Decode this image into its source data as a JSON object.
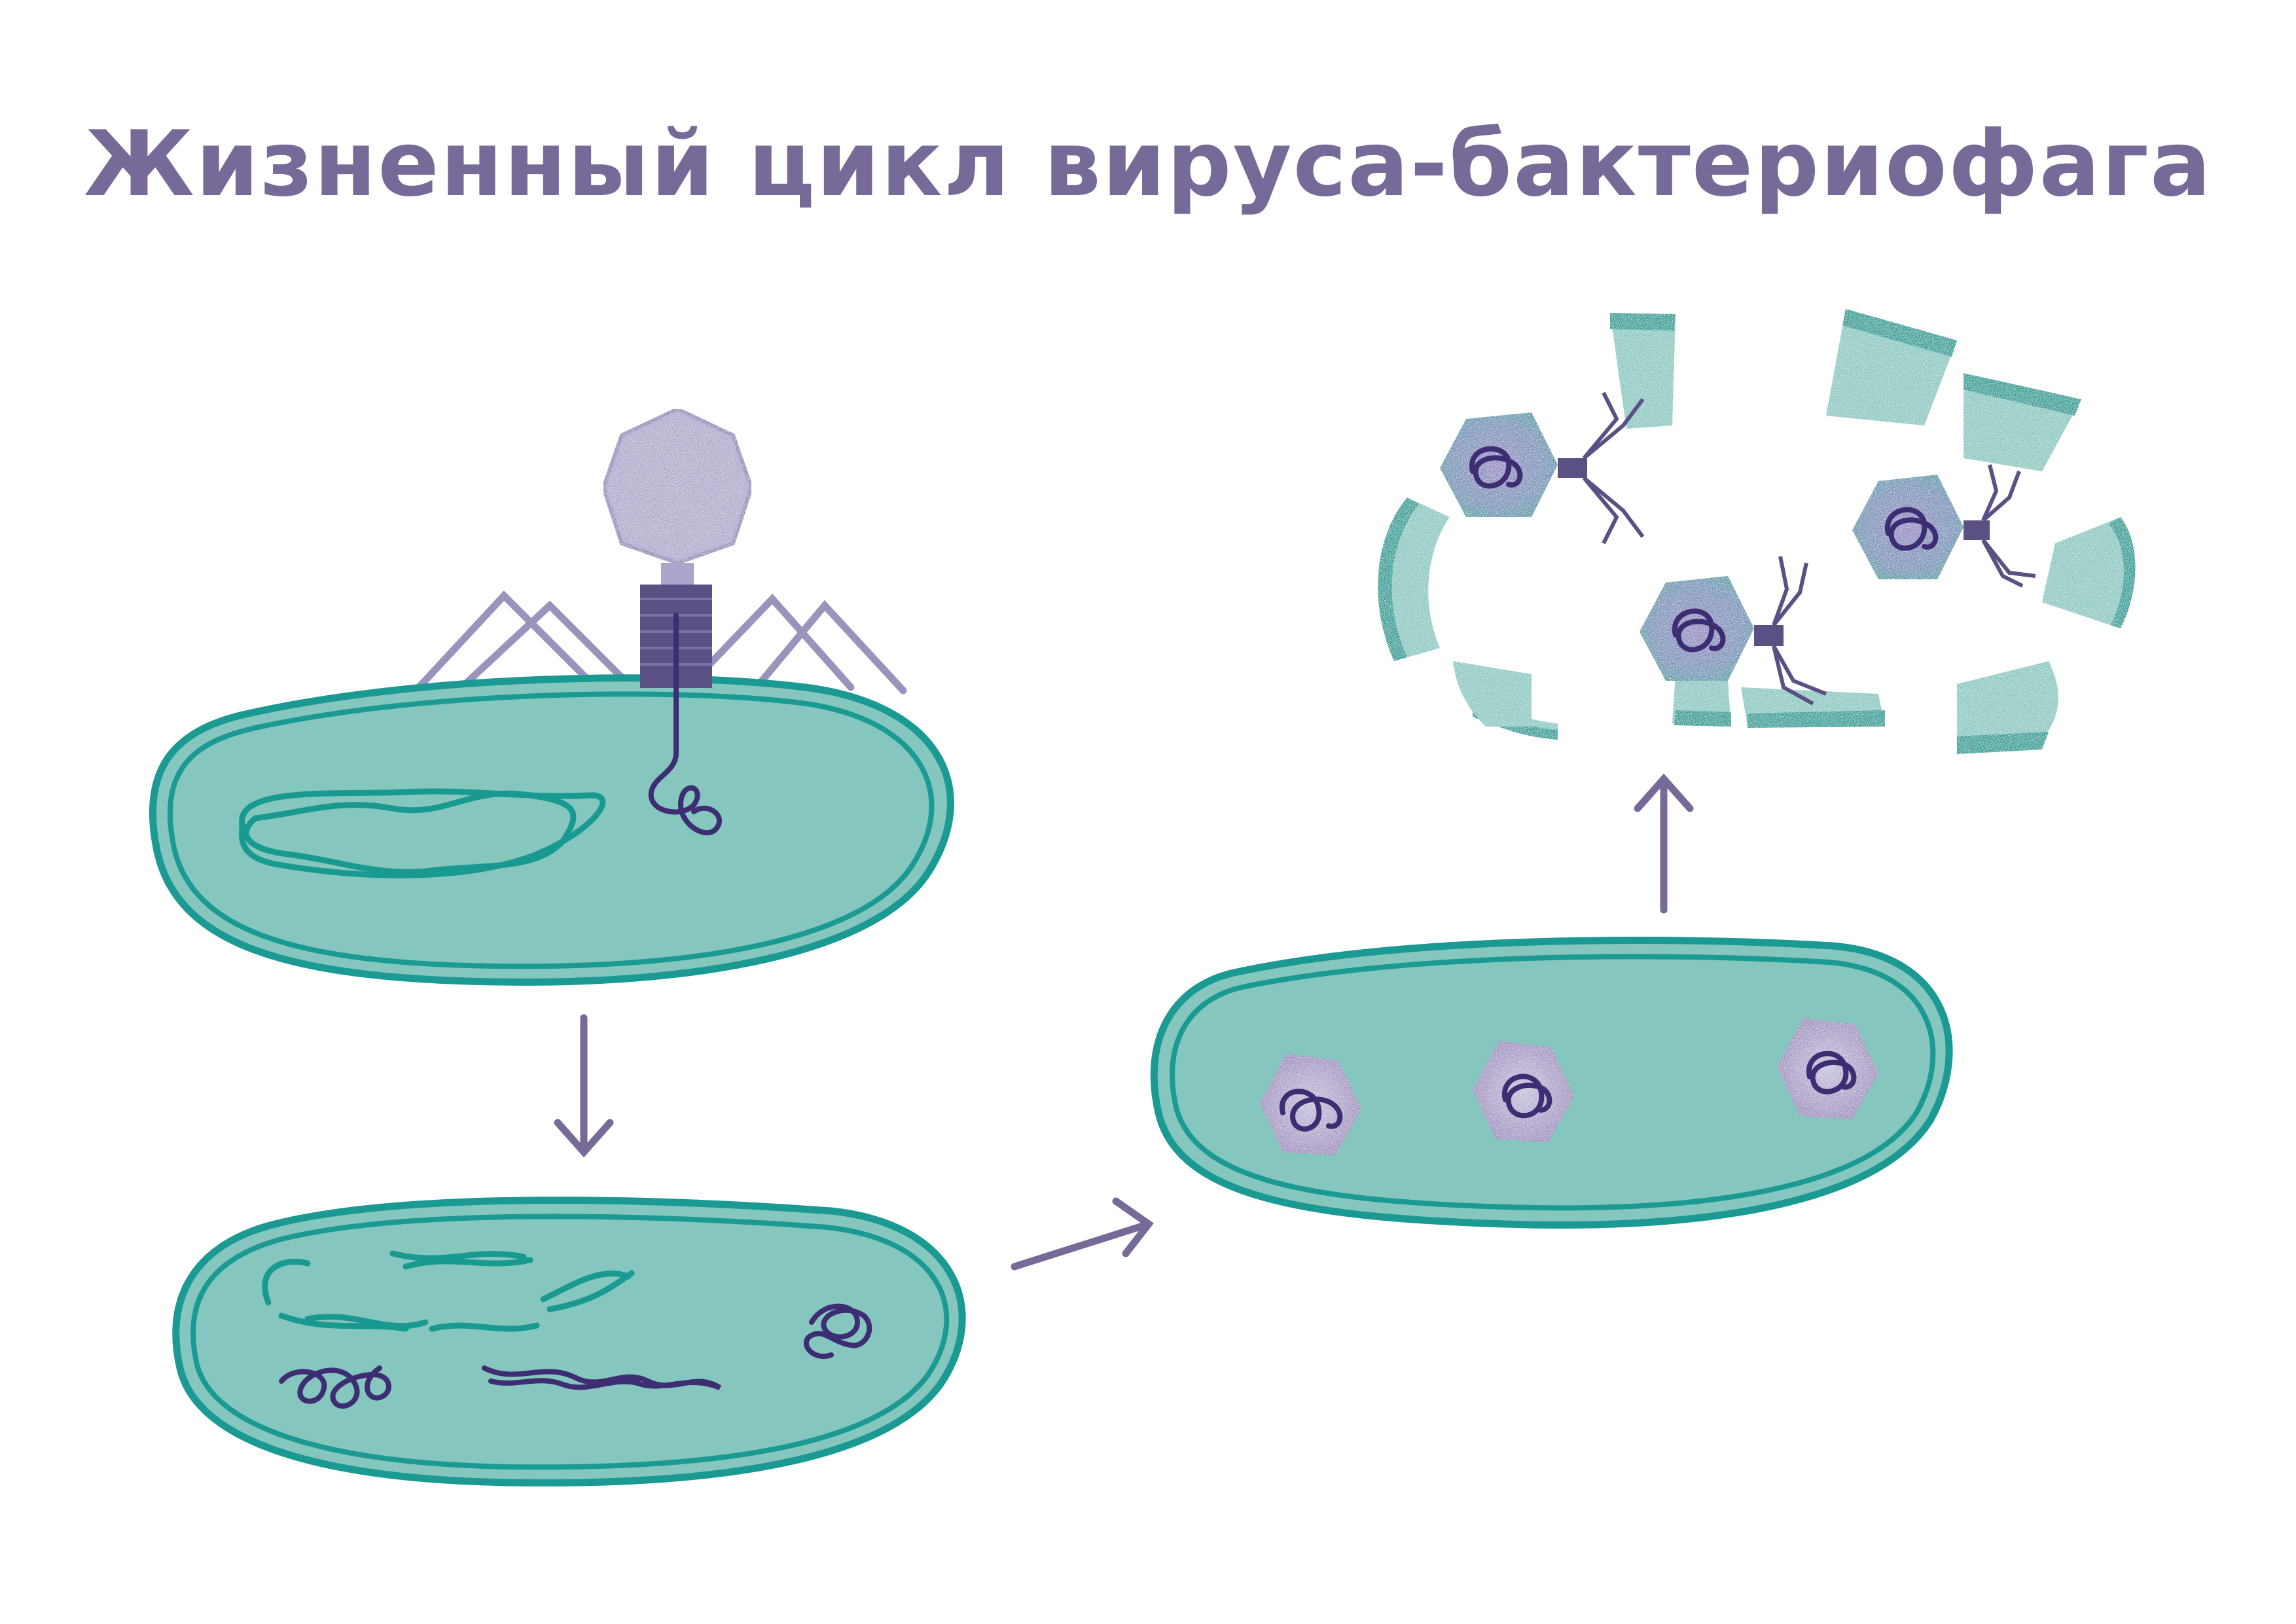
{
  "title": "Жизненный цикл вируса-бактериофага",
  "colors": {
    "cell_fill": "#85c6bf",
    "cell_outline": "#1a9a92",
    "dna_bacterial": "#199a91",
    "dna_viral": "#3d2d72",
    "phage_head": "#aaa6c9",
    "phage_tail": "#5b5084",
    "phage_legs": "#9a94bd",
    "arrow": "#776a98",
    "capsid": "#9b88b8",
    "debris_speckle": "#ffffff"
  },
  "stages": [
    {
      "id": "attachment-and-injection",
      "icons": [
        "bacterium-icon",
        "bacteriophage-icon",
        "viral-dna-icon",
        "bacterial-chromosome-icon"
      ]
    },
    {
      "id": "degradation-and-replication",
      "icons": [
        "bacterium-icon",
        "fragmented-chromosome-icon",
        "viral-dna-copies-icon"
      ]
    },
    {
      "id": "assembly",
      "icons": [
        "bacterium-icon",
        "capsid-with-dna-icon"
      ]
    },
    {
      "id": "lysis-and-release",
      "icons": [
        "cell-wall-fragment-icon",
        "new-phage-icon"
      ]
    }
  ],
  "arrows": [
    "down-arrow-icon",
    "diagonal-up-right-arrow-icon",
    "up-arrow-icon"
  ]
}
